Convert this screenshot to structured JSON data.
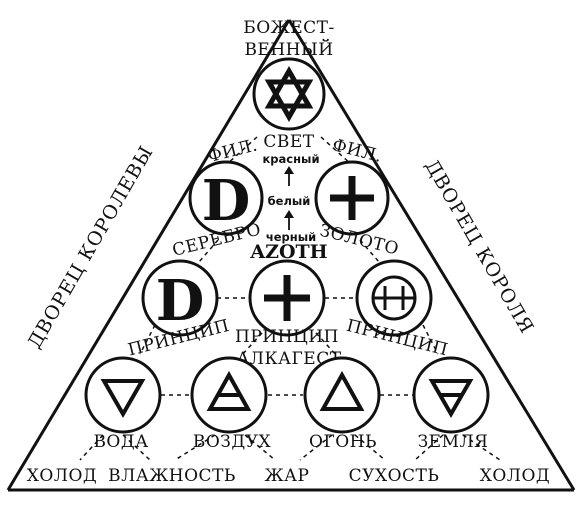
{
  "top": {
    "line1": "БОЖЕСТ-",
    "line2": "ВЕННЫЙ"
  },
  "palaces": {
    "left": "ДВОРЕЦ КОРОЛЕВЫ",
    "right": "ДВОРЕЦ КОРОЛЯ"
  },
  "center_column": {
    "svet": "СВЕТ",
    "red": "красный",
    "white": "белый",
    "black": "черный",
    "azoth": "AZOTH",
    "alkagest": "АЛКАГЕСТ"
  },
  "philosophical": {
    "left_tag": "ФИЛ.",
    "right_tag": "ФИЛ.",
    "left_metal": "СЕРЕБРО",
    "right_metal": "ЗОЛОТО"
  },
  "principles": {
    "left": "ПРИНЦИП",
    "middle": "ПРИНЦИП",
    "right": "ПРИНЦИП"
  },
  "elements": [
    "ВОДА",
    "ВОЗДУХ",
    "ОГОНЬ",
    "ЗЕМЛЯ"
  ],
  "qualities": [
    "ХОЛОД",
    "ВЛАЖНОСТЬ",
    "ЖАР",
    "СУХОСТЬ",
    "ХОЛОД"
  ],
  "glyphs": {
    "mercury_letter": "D"
  }
}
